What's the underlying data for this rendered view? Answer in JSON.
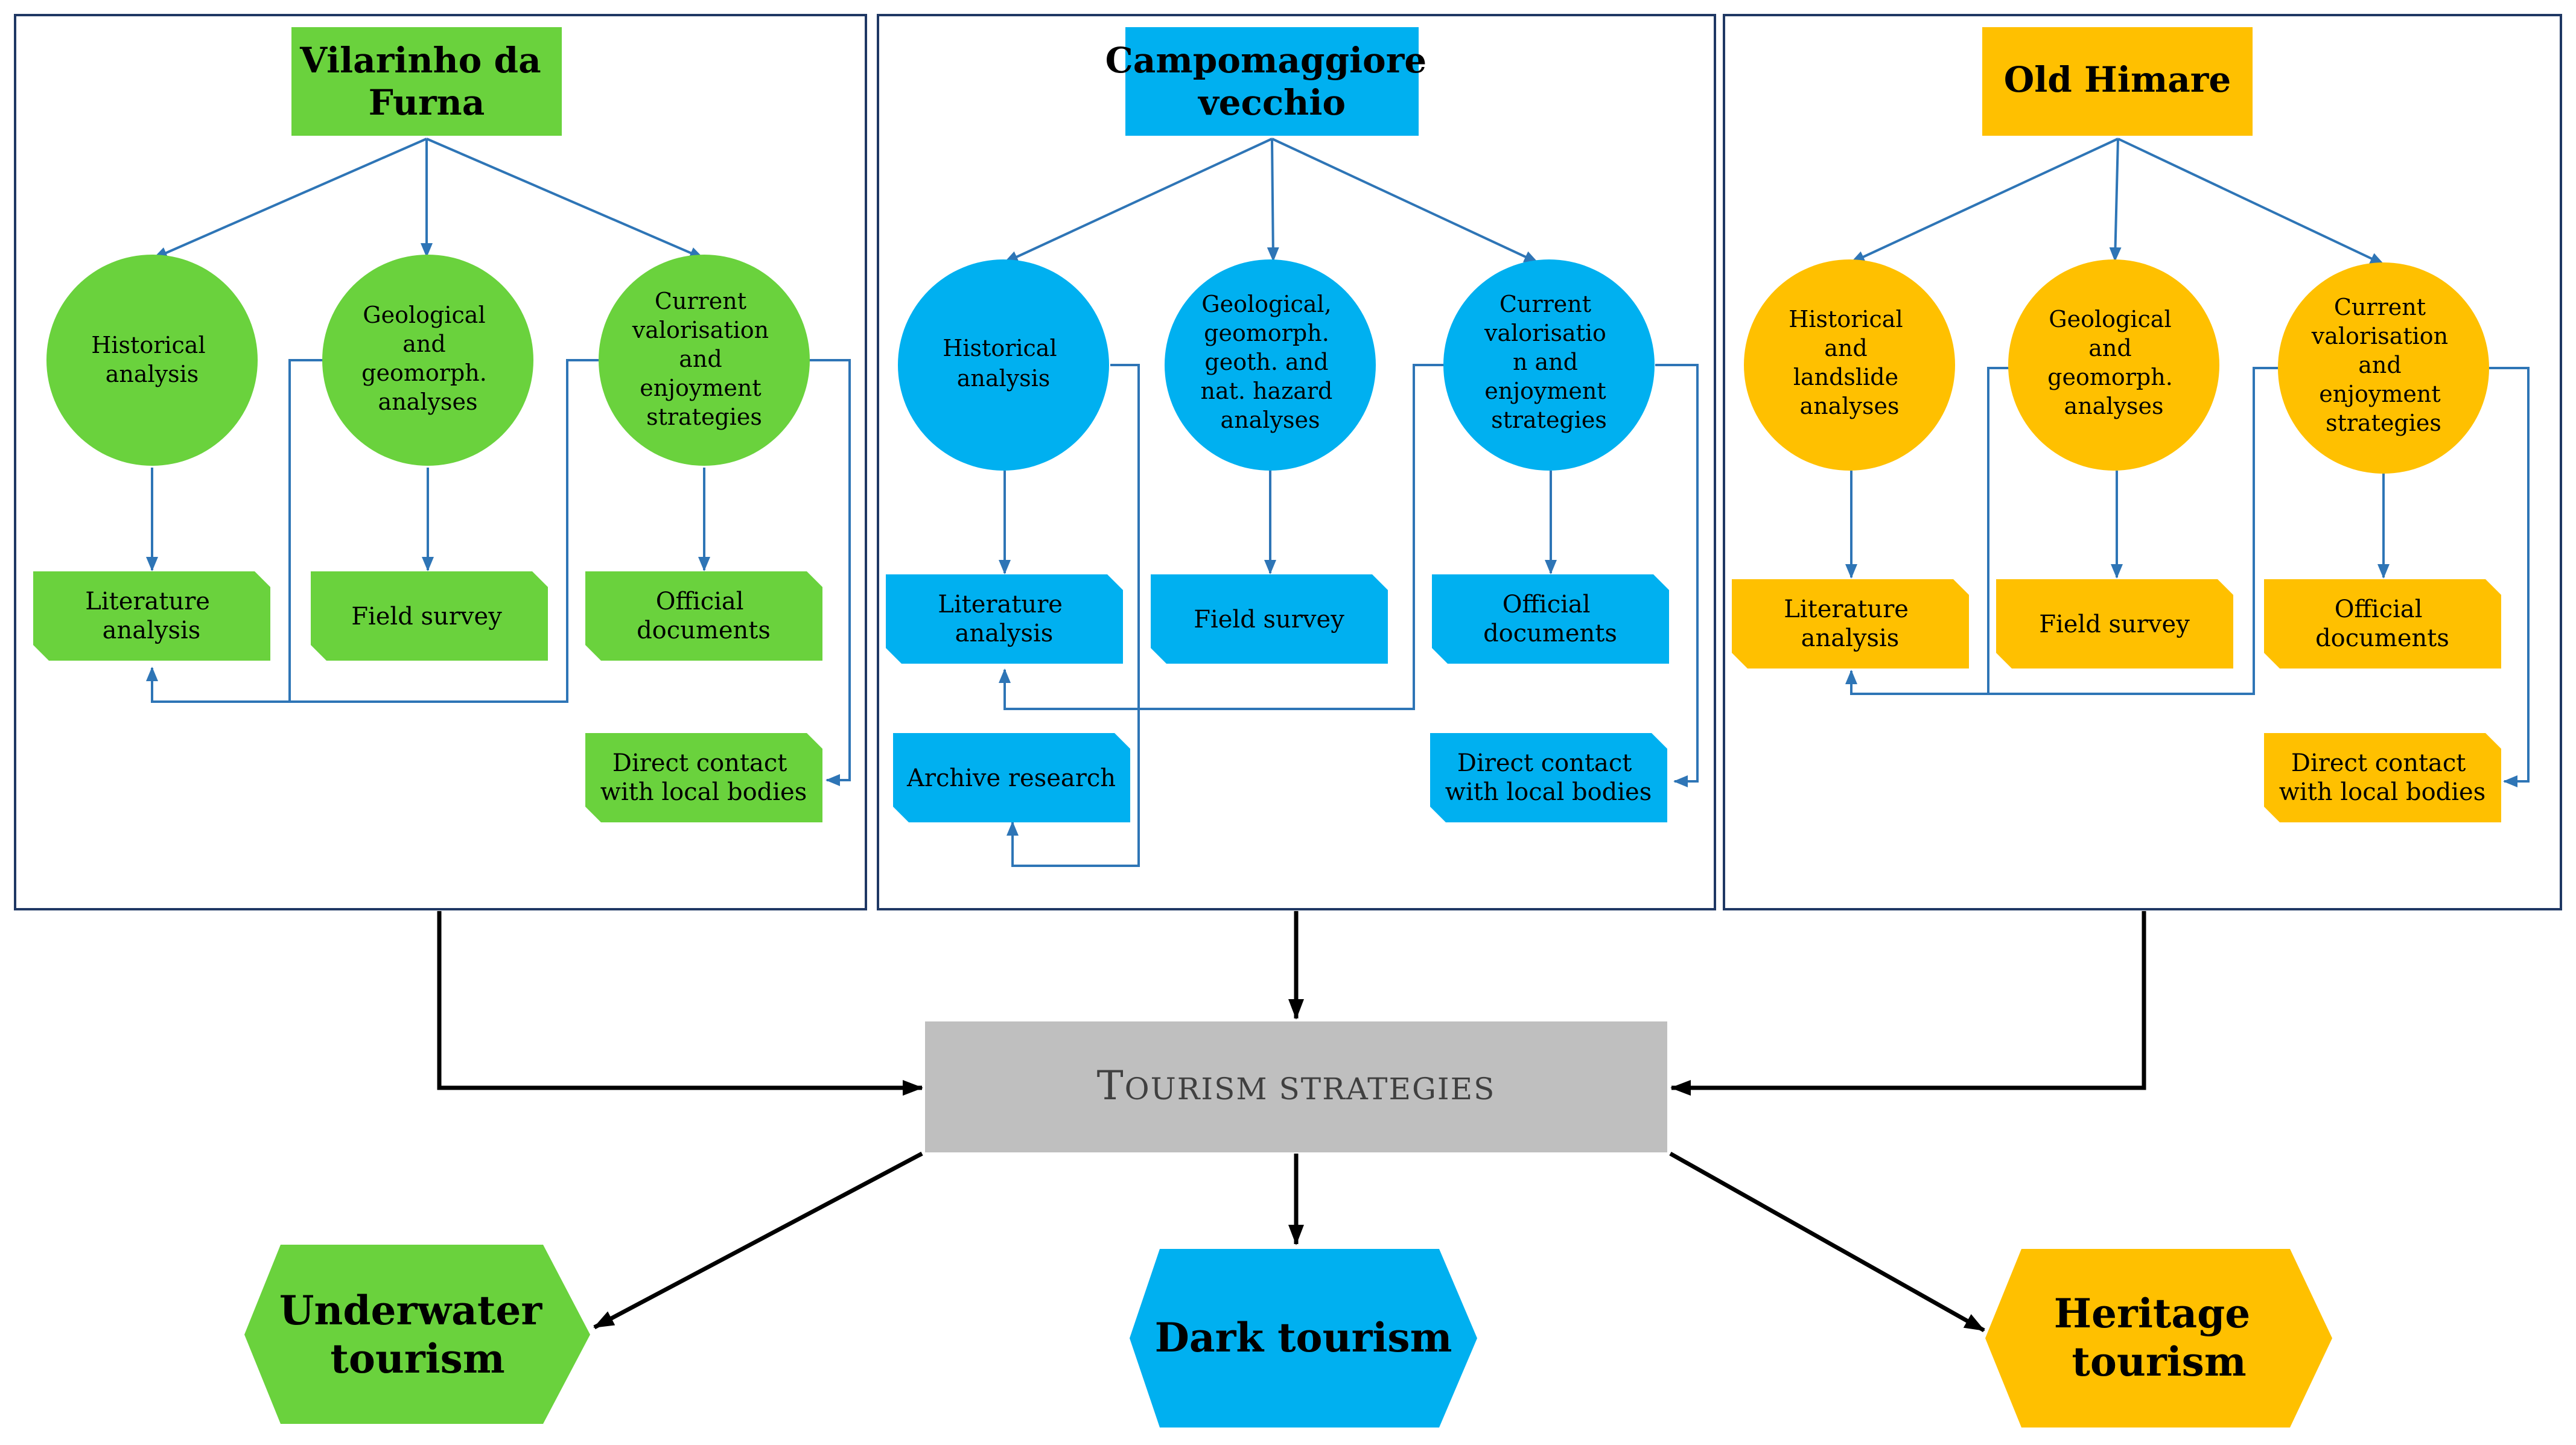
{
  "colors": {
    "green": "#6ad23d",
    "blue": "#00b0f0",
    "orange": "#ffc000",
    "gray": "#bfbfbf",
    "connector": "#2e75b6",
    "panel_border": "#1f3864",
    "main_arrow": "#000000"
  },
  "panels": [
    {
      "key": "vilarinho",
      "title_lines": [
        "Vilarinho da",
        "Furna"
      ],
      "circles": [
        [
          "Historical",
          "analysis"
        ],
        [
          "Geological",
          "and",
          "geomorph.",
          "analyses"
        ],
        [
          "Current",
          "valorisation",
          "and",
          "enjoyment",
          "strategies"
        ]
      ],
      "boxes": [
        [
          "Literature",
          "analysis"
        ],
        [
          "Field survey"
        ],
        [
          "Official",
          "documents"
        ],
        [
          "Direct contact",
          "with local bodies"
        ]
      ]
    },
    {
      "key": "campomaggiore",
      "title_lines": [
        "Campomaggiore",
        "vecchio"
      ],
      "circles": [
        [
          "Historical",
          "analysis"
        ],
        [
          "Geological,",
          "geomorph.",
          "geoth. and",
          "nat. hazard",
          "analyses"
        ],
        [
          "Current",
          "valorisatio",
          "n and",
          "enjoyment",
          "strategies"
        ]
      ],
      "boxes": [
        [
          "Literature",
          "analysis"
        ],
        [
          "Field survey"
        ],
        [
          "Official",
          "documents"
        ],
        [
          "Archive research"
        ],
        [
          "Direct contact",
          "with local bodies"
        ]
      ]
    },
    {
      "key": "himare",
      "title_lines": [
        "Old Himare"
      ],
      "circles": [
        [
          "Historical",
          "and",
          "landslide",
          "analyses"
        ],
        [
          "Geological",
          "and",
          "geomorph.",
          "analyses"
        ],
        [
          "Current",
          "valorisation",
          "and",
          "enjoyment",
          "strategies"
        ]
      ],
      "boxes": [
        [
          "Literature",
          "analysis"
        ],
        [
          "Field survey"
        ],
        [
          "Official",
          "documents"
        ],
        [
          "Direct contact",
          "with local bodies"
        ]
      ]
    }
  ],
  "center": {
    "label_cap": "T",
    "label_rest": "OURISM STRATEGIES"
  },
  "outputs": [
    {
      "key": "underwater",
      "lines": [
        "Underwater",
        "tourism"
      ]
    },
    {
      "key": "dark",
      "lines": [
        "Dark tourism"
      ]
    },
    {
      "key": "heritage",
      "lines": [
        "Heritage",
        "tourism"
      ]
    }
  ]
}
